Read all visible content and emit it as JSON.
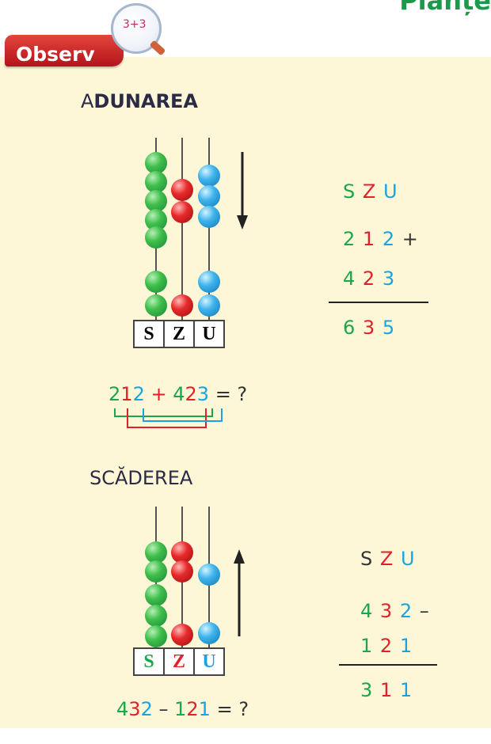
{
  "header": {
    "title": "Planțe"
  },
  "observ": {
    "label": "Observ",
    "magnifier_text": "3+3",
    "icon": "magnifier-icon"
  },
  "addition": {
    "title_prefix": "A",
    "title_main": "DUNAREA",
    "abacus_labels": [
      "S",
      "Z",
      "U"
    ],
    "column_header": {
      "s": "S",
      "z": "Z",
      "u": "U"
    },
    "row1": {
      "s": "2",
      "z": "1",
      "u": "2",
      "op": "+"
    },
    "row2": {
      "s": "4",
      "z": "2",
      "u": "3"
    },
    "result": {
      "s": "6",
      "z": "3",
      "u": "5"
    },
    "equation": {
      "a1": "2",
      "a2": "1",
      "a3": "2",
      "plus": " + ",
      "b1": "4",
      "b2": "2",
      "b3": "3",
      "rest": " = ?"
    },
    "arrow": "down-arrow-icon"
  },
  "subtraction": {
    "title": "SCĂDEREA",
    "abacus_labels": [
      "S",
      "Z",
      "U"
    ],
    "column_header": {
      "s": "S",
      "z": "Z",
      "u": "U"
    },
    "row1": {
      "s": "4",
      "z": "3",
      "u": "2",
      "op": "–"
    },
    "row2": {
      "s": "1",
      "z": "2",
      "u": "1"
    },
    "result": {
      "s": "3",
      "z": "1",
      "u": "1"
    },
    "equation": {
      "a1": "4",
      "a2": "3",
      "a3": "2",
      "minus": " – ",
      "b1": "1",
      "b2": "2",
      "b3": "1",
      "rest": " = ?"
    },
    "arrow": "up-arrow-icon"
  },
  "colors": {
    "hundreds": "#1ea54a",
    "tens": "#e2202a",
    "units": "#1aa3e0",
    "panel": "#fdf7d8",
    "tab": "#c8202a"
  }
}
